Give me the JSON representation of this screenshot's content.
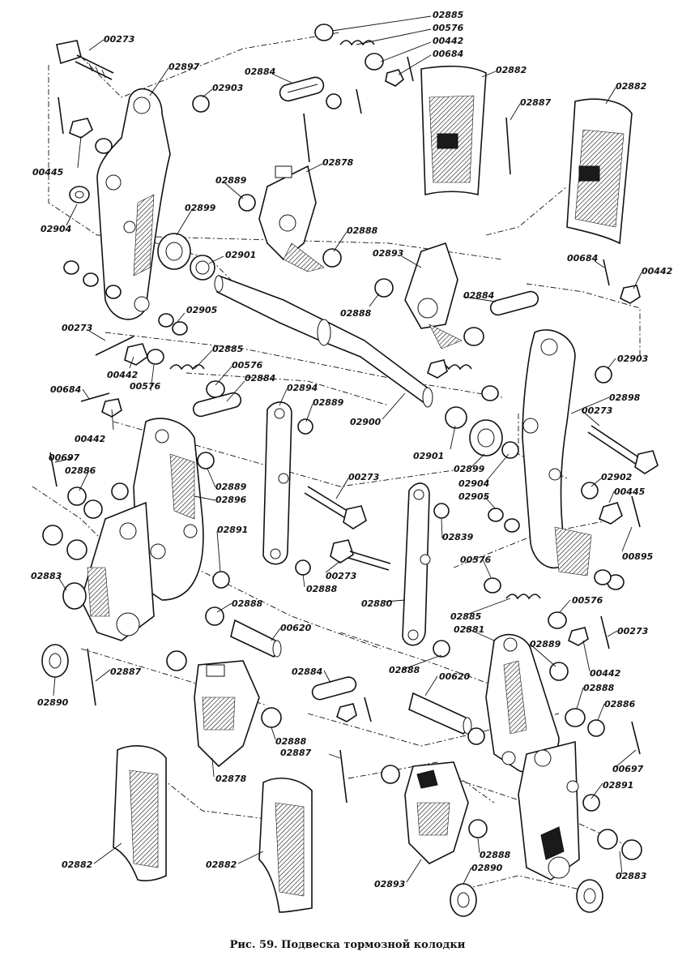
{
  "caption": "Рис. 59. Подвеска тормозной колодки",
  "colors": {
    "ink": "#111111",
    "paper": "#ffffff"
  },
  "labels": [
    {
      "id": "l1",
      "text": "00273"
    },
    {
      "id": "l2",
      "text": "02897"
    },
    {
      "id": "l3",
      "text": "02903"
    },
    {
      "id": "l4",
      "text": "00445"
    },
    {
      "id": "l5",
      "text": "02904"
    },
    {
      "id": "l6",
      "text": "02884"
    },
    {
      "id": "l7",
      "text": "02885"
    },
    {
      "id": "l8",
      "text": "00576"
    },
    {
      "id": "l9",
      "text": "00442"
    },
    {
      "id": "l10",
      "text": "00684"
    },
    {
      "id": "l11",
      "text": "02882"
    },
    {
      "id": "l12",
      "text": "02882"
    },
    {
      "id": "l13",
      "text": "02887"
    },
    {
      "id": "l14",
      "text": "02878"
    },
    {
      "id": "l15",
      "text": "02889"
    },
    {
      "id": "l16",
      "text": "02899"
    },
    {
      "id": "l17",
      "text": "02888"
    },
    {
      "id": "l18",
      "text": "02901"
    },
    {
      "id": "l19",
      "text": "02893"
    },
    {
      "id": "l20",
      "text": "00684"
    },
    {
      "id": "l21",
      "text": "00442"
    },
    {
      "id": "l22",
      "text": "02888"
    },
    {
      "id": "l23",
      "text": "02884"
    },
    {
      "id": "l24",
      "text": "02905"
    },
    {
      "id": "l25",
      "text": "00273"
    },
    {
      "id": "l26",
      "text": "02903"
    },
    {
      "id": "l27",
      "text": "00442"
    },
    {
      "id": "l28",
      "text": "02885"
    },
    {
      "id": "l29",
      "text": "00576"
    },
    {
      "id": "l30",
      "text": "02884"
    },
    {
      "id": "l31",
      "text": "00684"
    },
    {
      "id": "l32",
      "text": "00576"
    },
    {
      "id": "l33",
      "text": "02894"
    },
    {
      "id": "l34",
      "text": "02898"
    },
    {
      "id": "l35",
      "text": "00273"
    },
    {
      "id": "l36",
      "text": "02889"
    },
    {
      "id": "l37",
      "text": "00442"
    },
    {
      "id": "l38",
      "text": "02900"
    },
    {
      "id": "l39",
      "text": "00697"
    },
    {
      "id": "l40",
      "text": "02886"
    },
    {
      "id": "l41",
      "text": "02901"
    },
    {
      "id": "l42",
      "text": "02899"
    },
    {
      "id": "l43",
      "text": "02889"
    },
    {
      "id": "l44",
      "text": "02896"
    },
    {
      "id": "l45",
      "text": "00273"
    },
    {
      "id": "l46",
      "text": "02904"
    },
    {
      "id": "l47",
      "text": "02905"
    },
    {
      "id": "l48",
      "text": "02902"
    },
    {
      "id": "l49",
      "text": "00445"
    },
    {
      "id": "l50",
      "text": "02839"
    },
    {
      "id": "l51",
      "text": "02891"
    },
    {
      "id": "l52",
      "text": "00895"
    },
    {
      "id": "l53",
      "text": "02883"
    },
    {
      "id": "l54",
      "text": "02888"
    },
    {
      "id": "l55",
      "text": "00273"
    },
    {
      "id": "l56",
      "text": "00576"
    },
    {
      "id": "l57",
      "text": "02880"
    },
    {
      "id": "l58",
      "text": "02885"
    },
    {
      "id": "l59",
      "text": "00576"
    },
    {
      "id": "l60",
      "text": "02888"
    },
    {
      "id": "l61",
      "text": "02881"
    },
    {
      "id": "l62",
      "text": "00273"
    },
    {
      "id": "l63",
      "text": "00620"
    },
    {
      "id": "l64",
      "text": "02889"
    },
    {
      "id": "l65",
      "text": "00442"
    },
    {
      "id": "l66",
      "text": "02890"
    },
    {
      "id": "l67",
      "text": "02887"
    },
    {
      "id": "l68",
      "text": "02888"
    },
    {
      "id": "l69",
      "text": "02884"
    },
    {
      "id": "l70",
      "text": "00620"
    },
    {
      "id": "l71",
      "text": "02888"
    },
    {
      "id": "l72",
      "text": "02886"
    },
    {
      "id": "l73",
      "text": "02888"
    },
    {
      "id": "l74",
      "text": "02878"
    },
    {
      "id": "l75",
      "text": "02887"
    },
    {
      "id": "l76",
      "text": "00697"
    },
    {
      "id": "l77",
      "text": "02891"
    },
    {
      "id": "l78",
      "text": "02882"
    },
    {
      "id": "l79",
      "text": "02882"
    },
    {
      "id": "l80",
      "text": "02888"
    },
    {
      "id": "l81",
      "text": "02890"
    },
    {
      "id": "l82",
      "text": "02893"
    },
    {
      "id": "l83",
      "text": "02883"
    }
  ]
}
